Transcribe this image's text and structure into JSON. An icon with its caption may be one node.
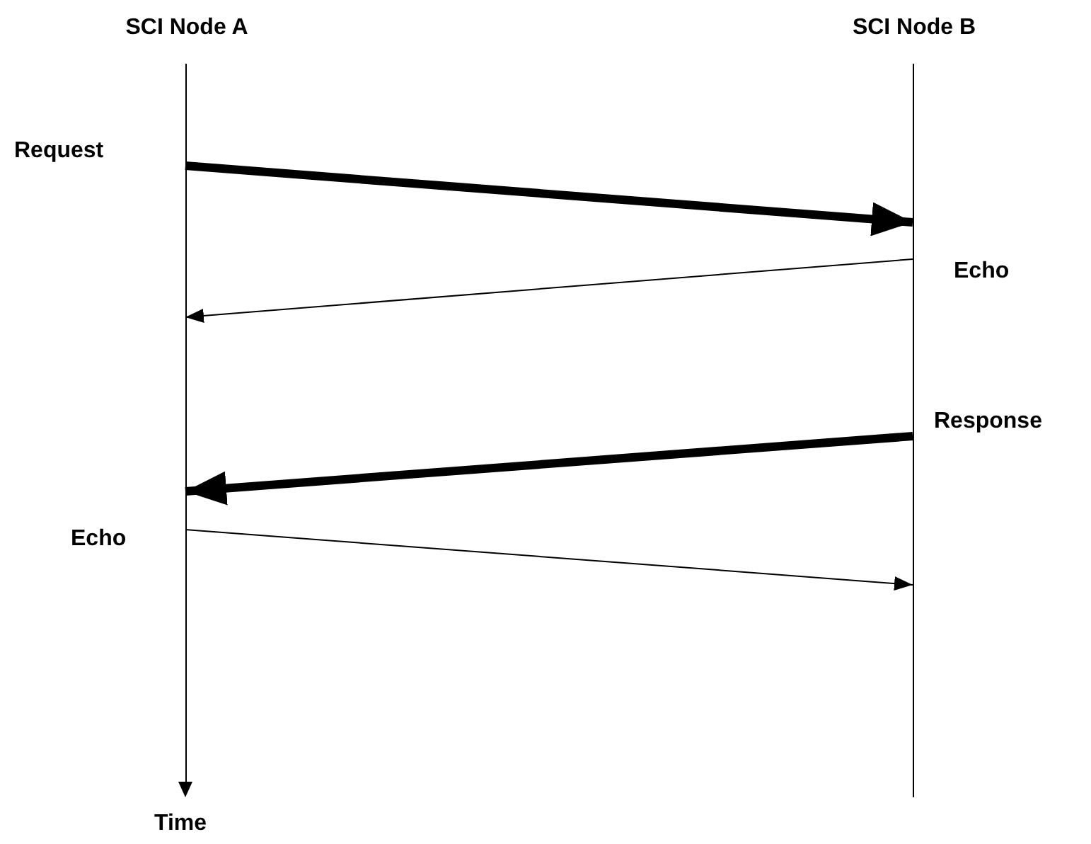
{
  "diagram": {
    "nodes": [
      {
        "text": [
          "SCI Node A"
        ]
      },
      {
        "text": [
          "SCI Node B"
        ]
      }
    ],
    "edges": [
      {
        "from": 0,
        "to": 1,
        "arrow": "to",
        "label": "Request",
        "style": "thick"
      },
      {
        "from": 1,
        "to": 0,
        "arrow": "to",
        "label": "Echo"
      },
      {
        "from": 1,
        "to": 0,
        "arrow": "to",
        "label": "Response",
        "style": "thick"
      },
      {
        "from": 0,
        "to": 1,
        "arrow": "to",
        "label": "Echo"
      }
    ],
    "labels": [
      "Time"
    ]
  }
}
